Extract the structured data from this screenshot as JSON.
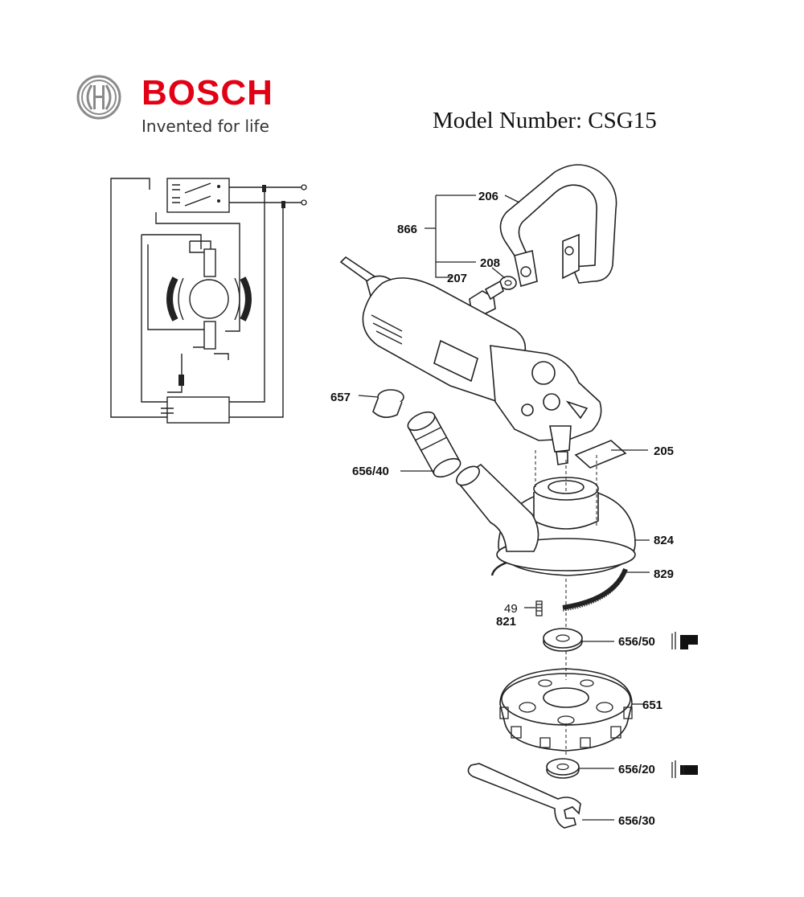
{
  "header": {
    "brand": "BOSCH",
    "tagline": "Invented for life",
    "model_label": "Model Number: CSG15",
    "brand_color": "#e20015"
  },
  "parts": {
    "p206": "206",
    "p866": "866",
    "p208": "208",
    "p207": "207",
    "p657": "657",
    "p656_40": "656/40",
    "p205": "205",
    "p824": "824",
    "p829": "829",
    "p49": "49",
    "p821": "821",
    "p656_50": "656/50",
    "p651": "651",
    "p656_20": "656/20",
    "p656_30": "656/30"
  }
}
